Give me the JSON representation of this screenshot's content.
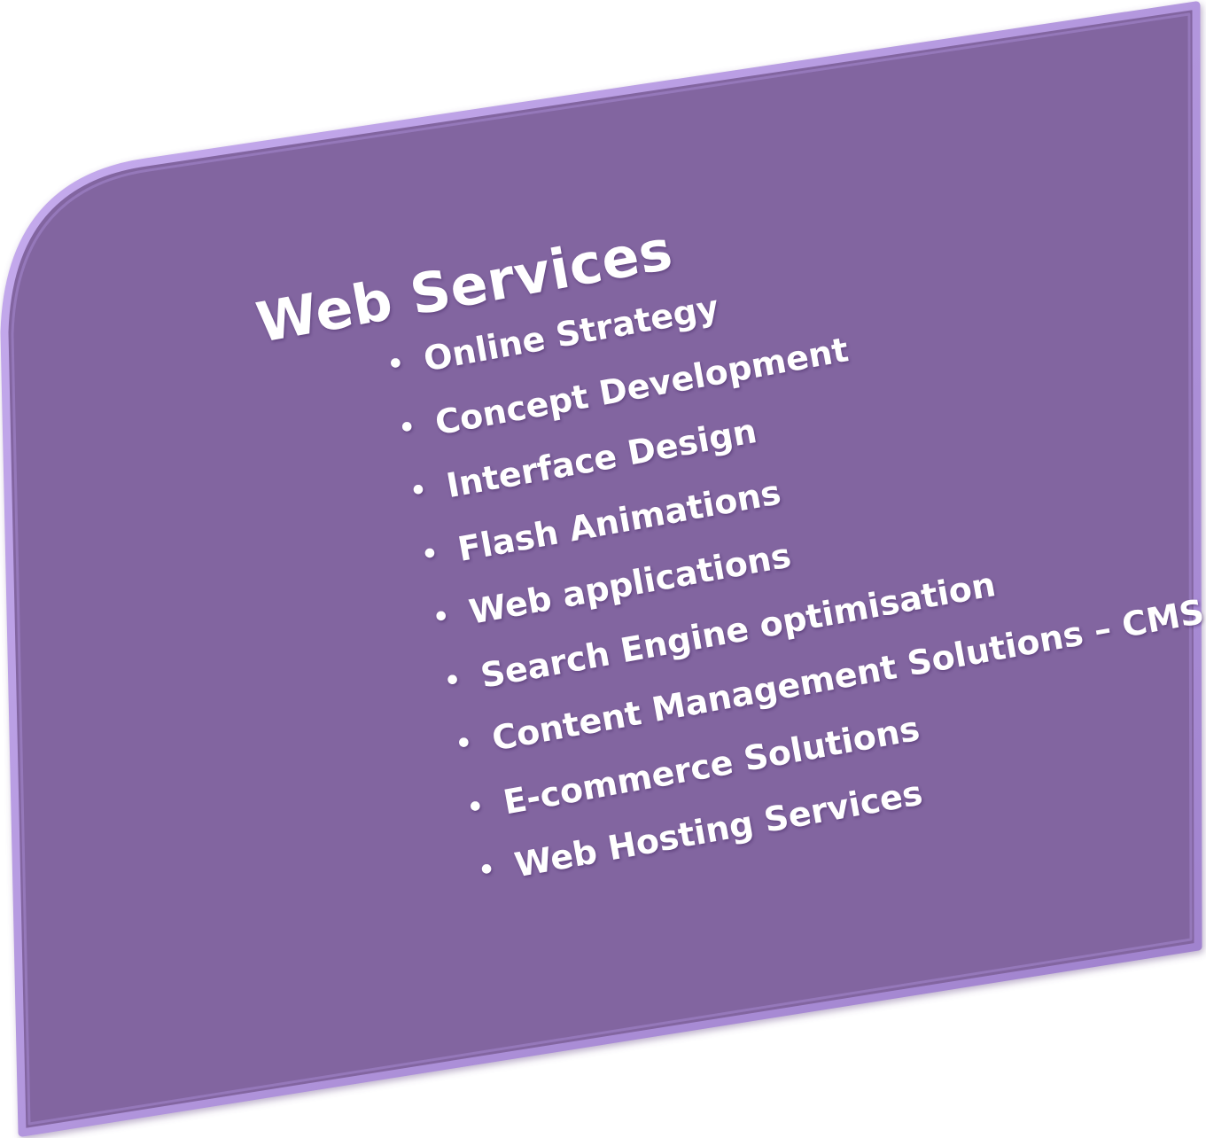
{
  "heading": "Web Services",
  "bullet_glyph": "•",
  "items": [
    "Online Strategy",
    "Concept Development",
    "Interface Design",
    "Flash Animations",
    "Web applications",
    "Search Engine optimisation",
    "Content Management Solutions – CMS",
    "E-commerce Solutions",
    "Web Hosting Services"
  ],
  "colors": {
    "panel_fill": "#8265a0",
    "panel_edge": "#b99be0",
    "text": "#ffffff"
  }
}
